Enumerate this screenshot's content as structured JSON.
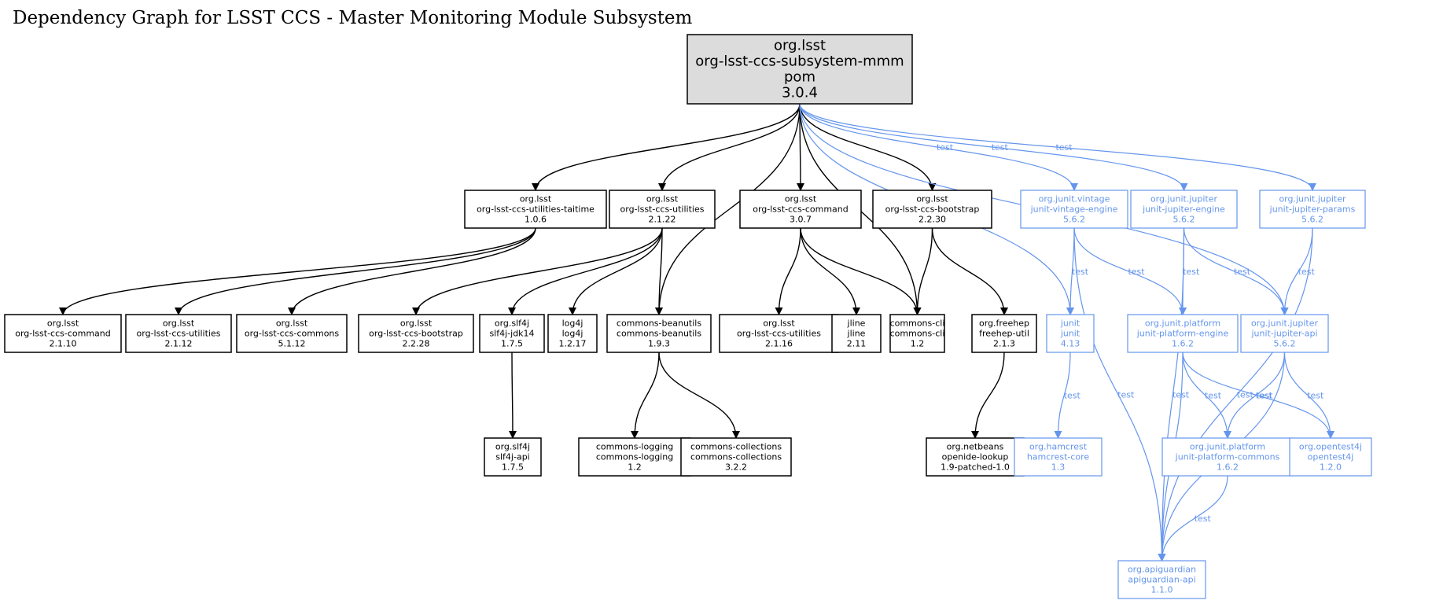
{
  "title": "Dependency Graph for LSST CCS - Master Monitoring Module Subsystem",
  "colors": {
    "test": "#6495ed",
    "compile": "#000000",
    "root_fill": "#dcdcdc"
  },
  "nodes": [
    {
      "id": "root",
      "lines": [
        "org.lsst",
        "org-lsst-ccs-subsystem-mmm",
        "pom",
        "3.0.4"
      ],
      "root": true
    },
    {
      "id": "taitime",
      "lines": [
        "org.lsst",
        "org-lsst-ccs-utilities-taitime",
        "1.0.6"
      ]
    },
    {
      "id": "util2122",
      "lines": [
        "org.lsst",
        "org-lsst-ccs-utilities",
        "2.1.22"
      ]
    },
    {
      "id": "command307",
      "lines": [
        "org.lsst",
        "org-lsst-ccs-command",
        "3.0.7"
      ]
    },
    {
      "id": "bootstrap2230",
      "lines": [
        "org.lsst",
        "org-lsst-ccs-bootstrap",
        "2.2.30"
      ]
    },
    {
      "id": "vintage",
      "lines": [
        "org.junit.vintage",
        "junit-vintage-engine",
        "5.6.2"
      ],
      "test": true
    },
    {
      "id": "jupengine",
      "lines": [
        "org.junit.jupiter",
        "junit-jupiter-engine",
        "5.6.2"
      ],
      "test": true
    },
    {
      "id": "jupparams",
      "lines": [
        "org.junit.jupiter",
        "junit-jupiter-params",
        "5.6.2"
      ],
      "test": true
    },
    {
      "id": "command2110",
      "lines": [
        "org.lsst",
        "org-lsst-ccs-command",
        "2.1.10"
      ]
    },
    {
      "id": "util2112",
      "lines": [
        "org.lsst",
        "org-lsst-ccs-utilities",
        "2.1.12"
      ]
    },
    {
      "id": "commons5112",
      "lines": [
        "org.lsst",
        "org-lsst-ccs-commons",
        "5.1.12"
      ]
    },
    {
      "id": "bootstrap2228",
      "lines": [
        "org.lsst",
        "org-lsst-ccs-bootstrap",
        "2.2.28"
      ]
    },
    {
      "id": "slf4jjdk",
      "lines": [
        "org.slf4j",
        "slf4j-jdk14",
        "1.7.5"
      ]
    },
    {
      "id": "log4j",
      "lines": [
        "log4j",
        "log4j",
        "1.2.17"
      ]
    },
    {
      "id": "beanutils",
      "lines": [
        "commons-beanutils",
        "commons-beanutils",
        "1.9.3"
      ]
    },
    {
      "id": "util2116",
      "lines": [
        "org.lsst",
        "org-lsst-ccs-utilities",
        "2.1.16"
      ]
    },
    {
      "id": "jline",
      "lines": [
        "jline",
        "jline",
        "2.11"
      ]
    },
    {
      "id": "cli",
      "lines": [
        "commons-cli",
        "commons-cli",
        "1.2"
      ]
    },
    {
      "id": "freehep",
      "lines": [
        "org.freehep",
        "freehep-util",
        "2.1.3"
      ]
    },
    {
      "id": "junit",
      "lines": [
        "junit",
        "junit",
        "4.13"
      ],
      "test": true
    },
    {
      "id": "platengine",
      "lines": [
        "org.junit.platform",
        "junit-platform-engine",
        "1.6.2"
      ],
      "test": true
    },
    {
      "id": "jupapi",
      "lines": [
        "org.junit.jupiter",
        "junit-jupiter-api",
        "5.6.2"
      ],
      "test": true
    },
    {
      "id": "slf4japi",
      "lines": [
        "org.slf4j",
        "slf4j-api",
        "1.7.5"
      ]
    },
    {
      "id": "logging",
      "lines": [
        "commons-logging",
        "commons-logging",
        "1.2"
      ]
    },
    {
      "id": "collections",
      "lines": [
        "commons-collections",
        "commons-collections",
        "3.2.2"
      ]
    },
    {
      "id": "openide",
      "lines": [
        "org.netbeans",
        "openide-lookup",
        "1.9-patched-1.0"
      ]
    },
    {
      "id": "hamcrest",
      "lines": [
        "org.hamcrest",
        "hamcrest-core",
        "1.3"
      ],
      "test": true
    },
    {
      "id": "platcommons",
      "lines": [
        "org.junit.platform",
        "junit-platform-commons",
        "1.6.2"
      ],
      "test": true
    },
    {
      "id": "opentest4j",
      "lines": [
        "org.opentest4j",
        "opentest4j",
        "1.2.0"
      ],
      "test": true
    },
    {
      "id": "apiguardian",
      "lines": [
        "org.apiguardian",
        "apiguardian-api",
        "1.1.0"
      ],
      "test": true
    }
  ],
  "edges": [
    {
      "from": "root",
      "to": "taitime"
    },
    {
      "from": "root",
      "to": "util2122"
    },
    {
      "from": "root",
      "to": "beanutils"
    },
    {
      "from": "root",
      "to": "command307"
    },
    {
      "from": "root",
      "to": "cli"
    },
    {
      "from": "root",
      "to": "bootstrap2230"
    },
    {
      "from": "root",
      "to": "junit",
      "label": "test"
    },
    {
      "from": "root",
      "to": "vintage",
      "label": "test"
    },
    {
      "from": "root",
      "to": "jupengine",
      "label": "test"
    },
    {
      "from": "root",
      "to": "jupapi",
      "label": "test"
    },
    {
      "from": "root",
      "to": "jupparams",
      "label": "test"
    },
    {
      "from": "taitime",
      "to": "command2110"
    },
    {
      "from": "taitime",
      "to": "util2112"
    },
    {
      "from": "taitime",
      "to": "commons5112"
    },
    {
      "from": "util2122",
      "to": "bootstrap2228"
    },
    {
      "from": "util2122",
      "to": "slf4jjdk"
    },
    {
      "from": "util2122",
      "to": "log4j"
    },
    {
      "from": "util2122",
      "to": "beanutils"
    },
    {
      "from": "command307",
      "to": "util2116"
    },
    {
      "from": "command307",
      "to": "jline"
    },
    {
      "from": "command307",
      "to": "cli"
    },
    {
      "from": "bootstrap2230",
      "to": "cli"
    },
    {
      "from": "bootstrap2230",
      "to": "freehep"
    },
    {
      "from": "slf4jjdk",
      "to": "slf4japi"
    },
    {
      "from": "beanutils",
      "to": "logging"
    },
    {
      "from": "beanutils",
      "to": "collections"
    },
    {
      "from": "freehep",
      "to": "openide"
    },
    {
      "from": "vintage",
      "to": "junit",
      "label": "test"
    },
    {
      "from": "vintage",
      "to": "platengine",
      "label": "test"
    },
    {
      "from": "vintage",
      "to": "apiguardian",
      "label": "test"
    },
    {
      "from": "jupengine",
      "to": "platengine",
      "label": "test"
    },
    {
      "from": "jupengine",
      "to": "jupapi",
      "label": "test"
    },
    {
      "from": "jupengine",
      "to": "apiguardian",
      "label": "test"
    },
    {
      "from": "jupparams",
      "to": "jupapi",
      "label": "test"
    },
    {
      "from": "jupparams",
      "to": "apiguardian",
      "label": "test"
    },
    {
      "from": "junit",
      "to": "hamcrest",
      "label": "test"
    },
    {
      "from": "platengine",
      "to": "platcommons",
      "label": "test"
    },
    {
      "from": "platengine",
      "to": "opentest4j",
      "label": "test"
    },
    {
      "from": "platengine",
      "to": "apiguardian",
      "label": "test"
    },
    {
      "from": "jupapi",
      "to": "platcommons",
      "label": "test"
    },
    {
      "from": "jupapi",
      "to": "opentest4j",
      "label": "test"
    },
    {
      "from": "jupapi",
      "to": "apiguardian",
      "label": "test"
    },
    {
      "from": "platcommons",
      "to": "apiguardian",
      "label": "test"
    }
  ]
}
